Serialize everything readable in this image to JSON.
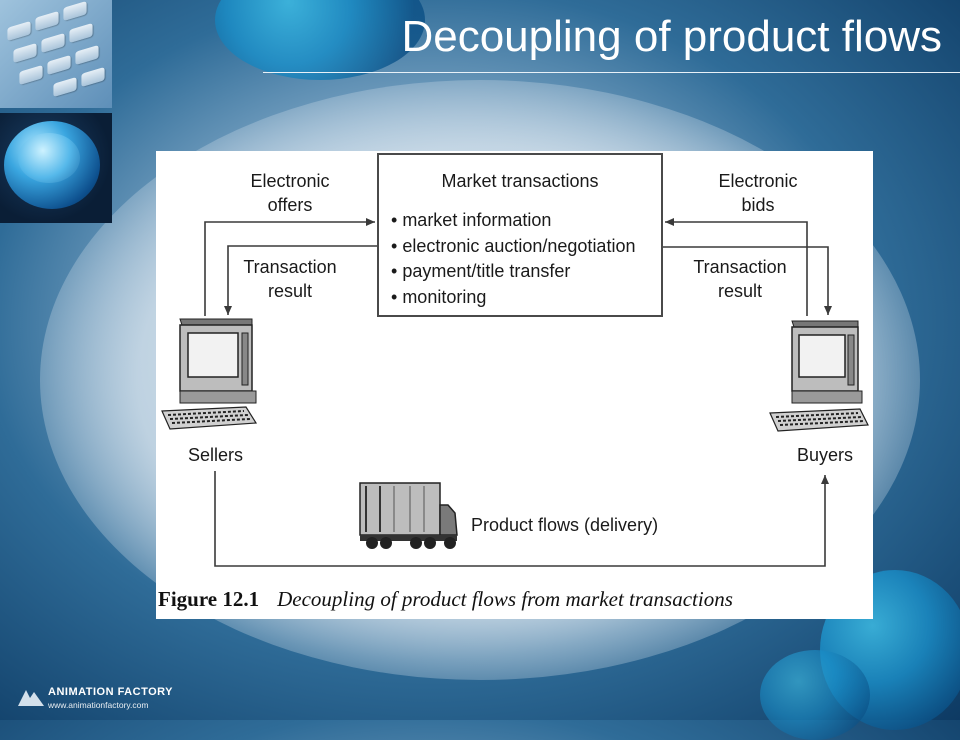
{
  "slide": {
    "title": "Decoupling of product flows"
  },
  "figure": {
    "market_box": {
      "title": "Market transactions",
      "items": [
        "market information",
        "electronic auction/negotiation",
        "payment/title transfer",
        "monitoring"
      ]
    },
    "left": {
      "offers_label": "Electronic offers",
      "result_label": "Transaction result",
      "party_label": "Sellers"
    },
    "right": {
      "bids_label": "Electronic bids",
      "result_label": "Transaction result",
      "party_label": "Buyers"
    },
    "product_flow_label": "Product flows (delivery)",
    "caption": {
      "number": "Figure 12.1",
      "text": "Decoupling of product flows from market transactions"
    }
  },
  "branding": {
    "name": "ANIMATION FACTORY",
    "url": "www.animationfactory.com"
  },
  "colors": {
    "title_text": "#ffffff",
    "accent_blue": "#1a8fc9",
    "diagram_line": "#4a4a4a"
  }
}
